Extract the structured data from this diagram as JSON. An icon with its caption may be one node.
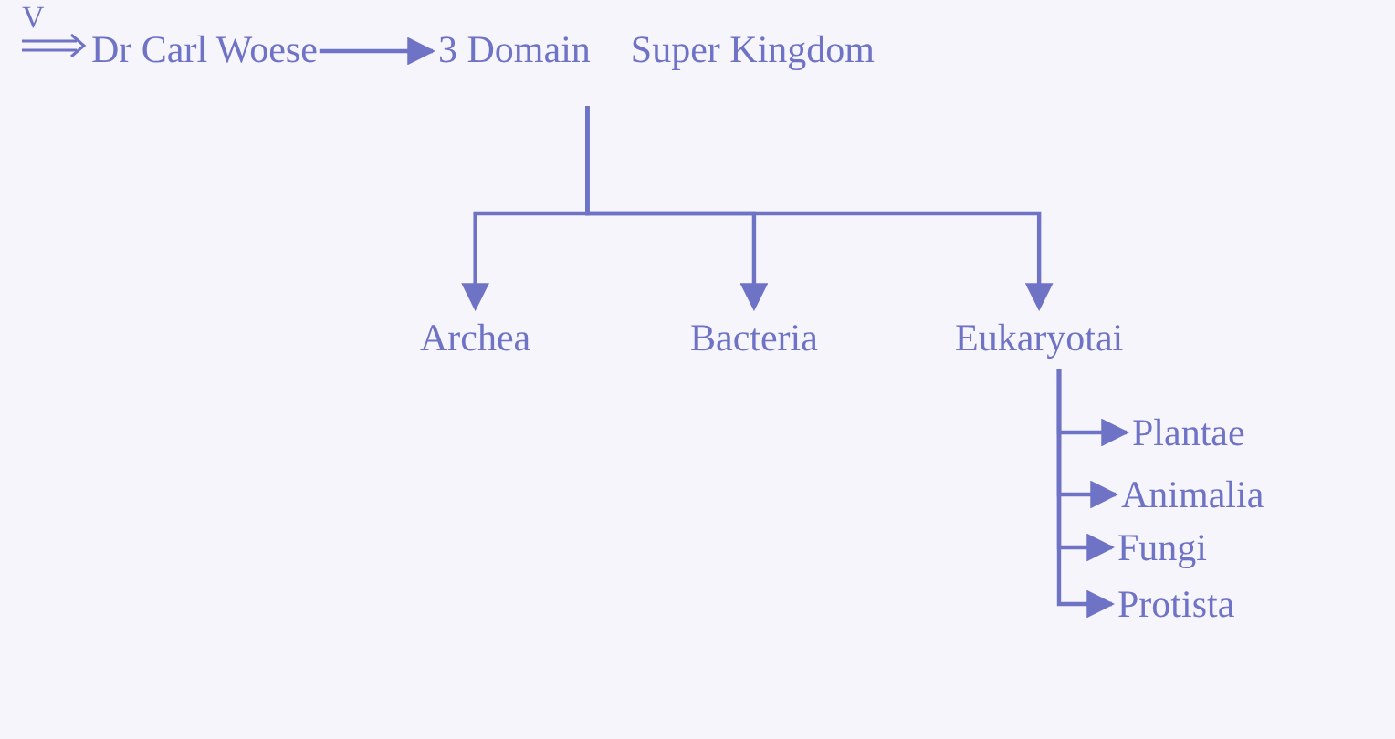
{
  "diagram": {
    "nodes": [
      {
        "text": [
          "V"
        ]
      },
      {
        "text": [
          "Dr Carl Woese"
        ]
      },
      {
        "text": [
          "3 Domain"
        ],
        "beside": [
          "Super Kingdom"
        ]
      },
      {
        "text": [
          "Archea"
        ]
      },
      {
        "text": [
          "Bacteria"
        ]
      },
      {
        "text": [
          "Eukaryotai"
        ]
      },
      {
        "text": [
          "Plantae"
        ]
      },
      {
        "text": [
          "Animalia"
        ]
      },
      {
        "text": [
          "Fungi"
        ]
      },
      {
        "text": [
          "Protista"
        ]
      }
    ],
    "edges": [
      {
        "from": 0,
        "to": 1,
        "arrow": "to"
      },
      {
        "from": 1,
        "to": 2,
        "arrow": "to"
      },
      {
        "from": 2,
        "to": 3,
        "arrow": "to"
      },
      {
        "from": 2,
        "to": 4,
        "arrow": "to"
      },
      {
        "from": 2,
        "to": 5,
        "arrow": "to"
      },
      {
        "from": 5,
        "to": 6,
        "arrow": "to"
      },
      {
        "from": 5,
        "to": 7,
        "arrow": "to"
      },
      {
        "from": 5,
        "to": 8,
        "arrow": "to"
      },
      {
        "from": 5,
        "to": 9,
        "arrow": "to"
      }
    ]
  }
}
